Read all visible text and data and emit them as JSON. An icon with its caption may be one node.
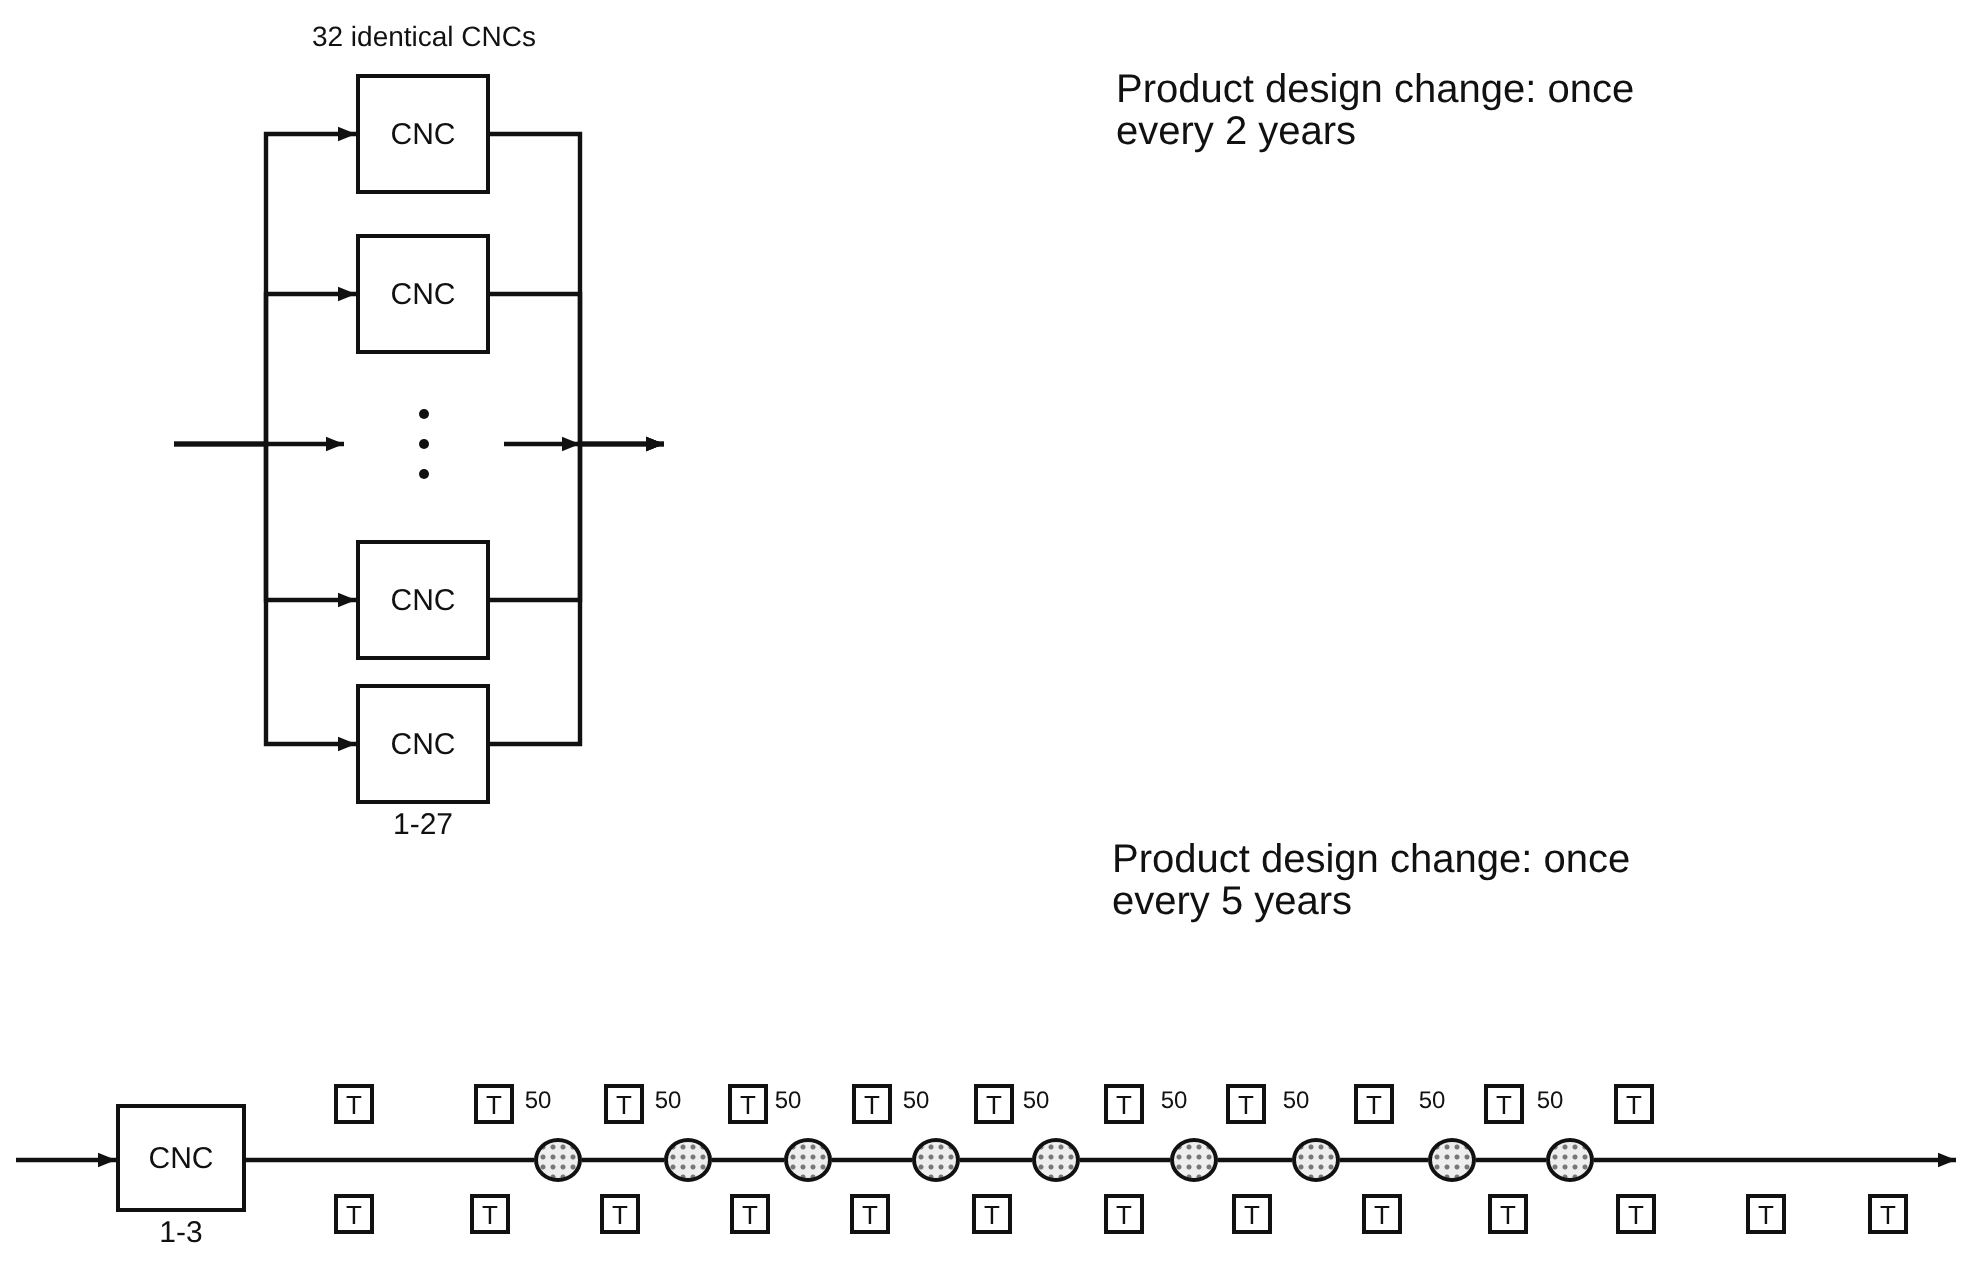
{
  "diagram": {
    "nodes": [
      {
        "text": [
          "CNC"
        ]
      },
      {
        "text": [
          "CNC"
        ]
      },
      {
        "text": [
          "CNC"
        ]
      },
      {
        "text": [
          "CNC"
        ],
        "beside": [
          "1-27"
        ]
      },
      {
        "text": [
          "CNC"
        ],
        "beside": [
          "1-3"
        ]
      },
      {
        "text": [
          "T"
        ]
      },
      {
        "text": [
          "T"
        ]
      },
      {
        "text": [
          "T"
        ]
      },
      {
        "text": [
          "T"
        ]
      },
      {
        "text": [
          "T"
        ]
      },
      {
        "text": [
          "T"
        ]
      },
      {
        "text": [
          "T"
        ]
      },
      {
        "text": [
          "T"
        ]
      },
      {
        "text": [
          "T"
        ]
      },
      {
        "text": [
          "T"
        ]
      },
      {
        "text": [
          "T"
        ]
      },
      {
        "text": [],
        "shape": "circle"
      },
      {
        "text": [],
        "shape": "circle"
      },
      {
        "text": [],
        "shape": "circle"
      },
      {
        "text": [],
        "shape": "circle"
      },
      {
        "text": [],
        "shape": "circle"
      },
      {
        "text": [],
        "shape": "circle"
      },
      {
        "text": [],
        "shape": "circle"
      },
      {
        "text": [],
        "shape": "circle"
      },
      {
        "text": [],
        "shape": "circle"
      },
      {
        "text": [
          "T"
        ]
      },
      {
        "text": [
          "T"
        ]
      },
      {
        "text": [
          "T"
        ]
      },
      {
        "text": [
          "T"
        ]
      },
      {
        "text": [
          "T"
        ]
      },
      {
        "text": [
          "T"
        ]
      },
      {
        "text": [
          "T"
        ]
      },
      {
        "text": [
          "T"
        ]
      },
      {
        "text": [
          "T"
        ]
      },
      {
        "text": [
          "T"
        ]
      },
      {
        "text": [
          "T"
        ]
      },
      {
        "text": [
          "T"
        ]
      },
      {
        "text": [
          "T"
        ]
      }
    ],
    "edges": [
      {
        "from": null,
        "to": 0,
        "arrow": "to"
      },
      {
        "from": null,
        "to": 1,
        "arrow": "to"
      },
      {
        "from": null,
        "to": 2,
        "arrow": "to"
      },
      {
        "from": null,
        "to": 3,
        "arrow": "to"
      },
      {
        "from": 0,
        "to": null,
        "arrow": "to"
      },
      {
        "from": 1,
        "to": null,
        "arrow": "to"
      },
      {
        "from": 2,
        "to": null,
        "arrow": "to"
      },
      {
        "from": 3,
        "to": null,
        "arrow": "to"
      },
      {
        "from": null,
        "to": 4,
        "arrow": "to"
      },
      {
        "from": 4,
        "to": 16,
        "arrow": "none"
      },
      {
        "from": 16,
        "to": 17,
        "arrow": "none"
      },
      {
        "from": 17,
        "to": 18,
        "arrow": "none"
      },
      {
        "from": 18,
        "to": 19,
        "arrow": "none"
      },
      {
        "from": 19,
        "to": 20,
        "arrow": "none"
      },
      {
        "from": 20,
        "to": 21,
        "arrow": "none"
      },
      {
        "from": 21,
        "to": 22,
        "arrow": "none"
      },
      {
        "from": 22,
        "to": 23,
        "arrow": "none"
      },
      {
        "from": 23,
        "to": 24,
        "arrow": "none"
      },
      {
        "from": 24,
        "to": null,
        "arrow": "to"
      }
    ],
    "labels": [
      "32 identical CNCs",
      "Product design change: once every 2 years",
      "Product design change: once every 5 years",
      "50",
      "50",
      "50",
      "50",
      "50",
      "50",
      "50",
      "50",
      "50"
    ]
  }
}
